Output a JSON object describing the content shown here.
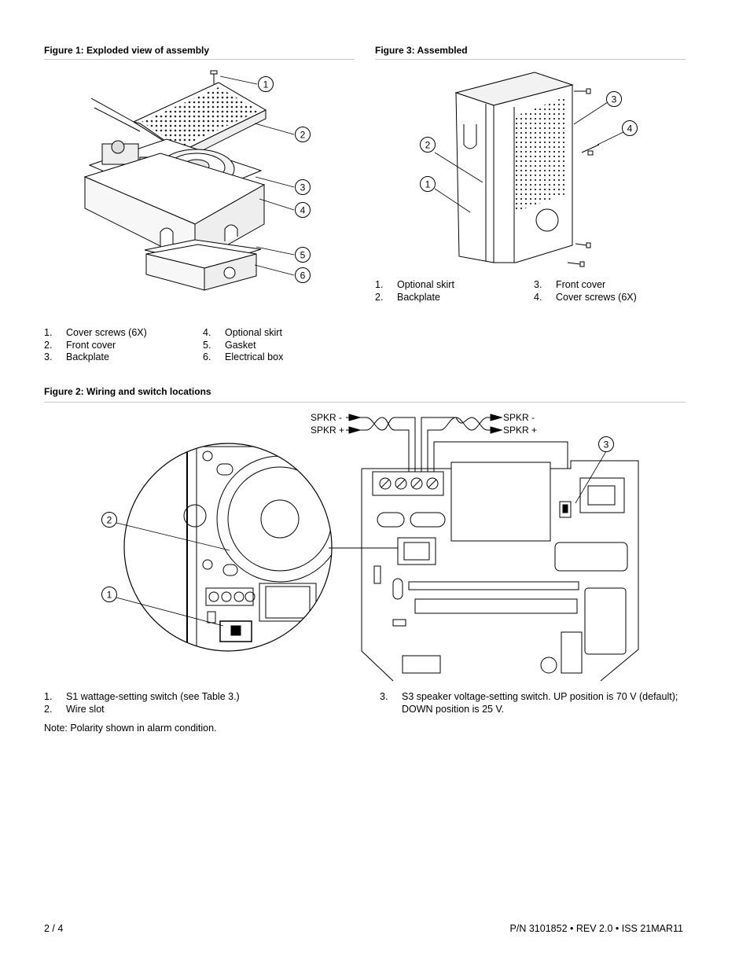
{
  "figure1": {
    "title": "Figure 1: Exploded view of assembly",
    "callouts": [
      "1",
      "2",
      "3",
      "4",
      "5",
      "6"
    ],
    "items": [
      {
        "num": "1.",
        "label": "Cover screws (6X)"
      },
      {
        "num": "2.",
        "label": "Front cover"
      },
      {
        "num": "3.",
        "label": "Backplate"
      },
      {
        "num": "4.",
        "label": "Optional skirt"
      },
      {
        "num": "5.",
        "label": "Gasket"
      },
      {
        "num": "6.",
        "label": "Electrical box"
      }
    ]
  },
  "figure3": {
    "title": "Figure 3: Assembled",
    "callouts": [
      "1",
      "2",
      "3",
      "4"
    ],
    "items": [
      {
        "num": "1.",
        "label": "Optional skirt"
      },
      {
        "num": "2.",
        "label": "Backplate"
      },
      {
        "num": "3.",
        "label": "Front cover"
      },
      {
        "num": "4.",
        "label": "Cover screws (6X)"
      }
    ]
  },
  "figure2": {
    "title": "Figure 2: Wiring and switch locations",
    "wire_labels": {
      "left_minus": "SPKR -",
      "left_plus": "SPKR +",
      "right_minus": "SPKR -",
      "right_plus": "SPKR +"
    },
    "callouts": [
      "1",
      "2",
      "3"
    ],
    "items": [
      {
        "num": "1.",
        "label": "S1 wattage-setting switch (see Table 3.)"
      },
      {
        "num": "2.",
        "label": "Wire slot"
      },
      {
        "num": "3.",
        "label": "S3 speaker voltage-setting switch. UP position is 70 V (default); DOWN position is 25 V."
      }
    ],
    "note": "Note: Polarity shown in alarm condition."
  },
  "footer": {
    "page": "2 / 4",
    "doc_id": "P/N 3101852 • REV 2.0 • ISS 21MAR11"
  }
}
